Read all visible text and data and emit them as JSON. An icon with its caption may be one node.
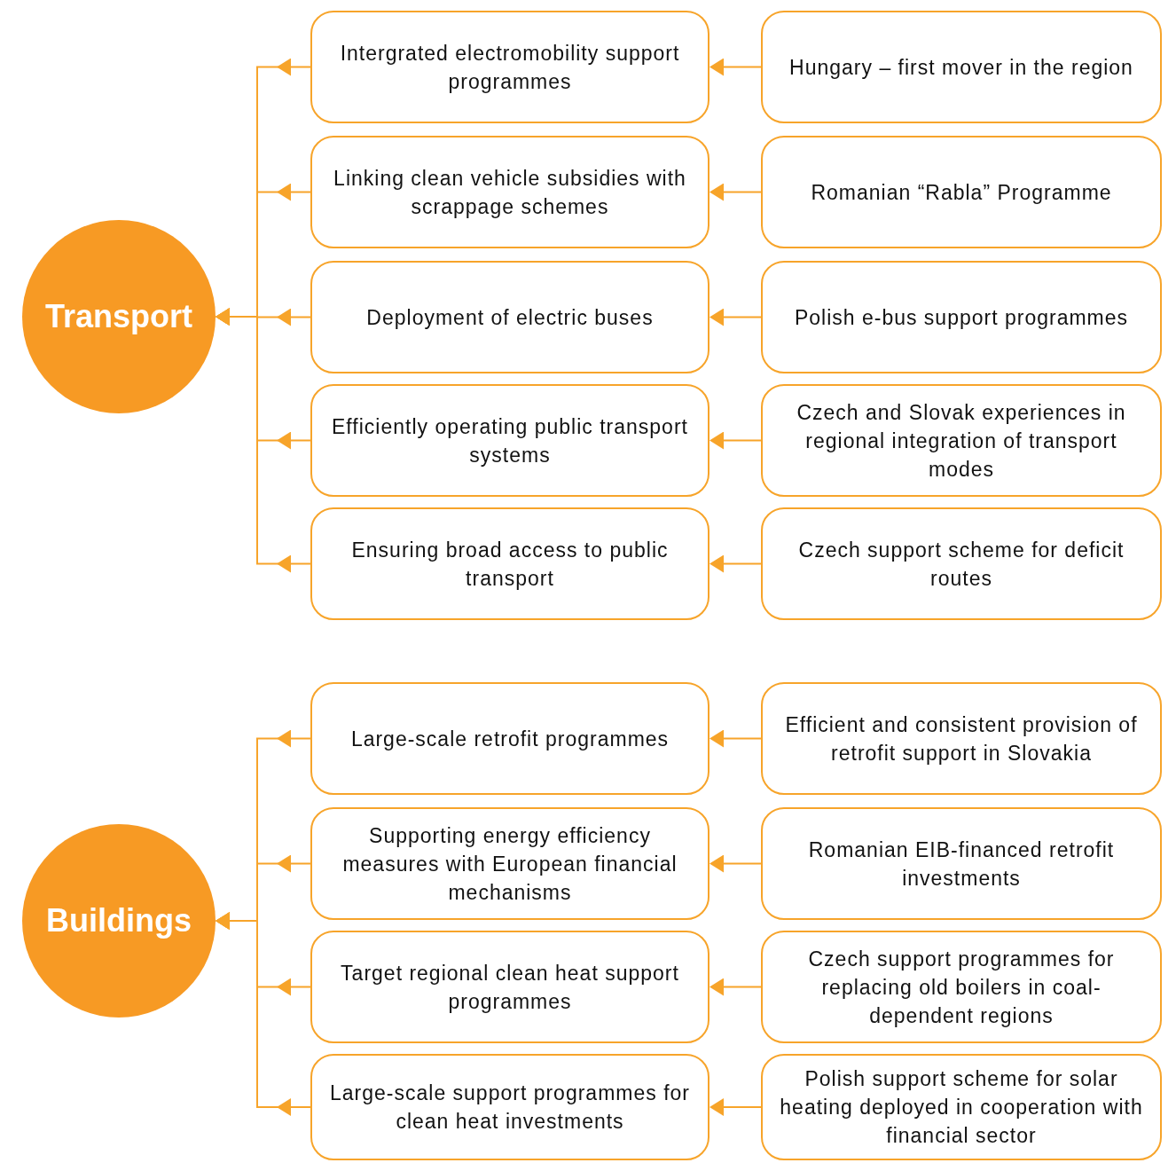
{
  "diagram": {
    "nodes": [
      {
        "text": [
          "Transport"
        ]
      },
      {
        "text": [
          "Intergrated electromobility support programmes"
        ]
      },
      {
        "text": [
          "Hungary – first mover in the region"
        ]
      },
      {
        "text": [
          "Linking clean vehicle subsidies with scrappage schemes"
        ]
      },
      {
        "text": [
          "Romanian “Rabla” Programme"
        ]
      },
      {
        "text": [
          "Deployment of electric buses"
        ]
      },
      {
        "text": [
          "Polish e-bus support programmes"
        ]
      },
      {
        "text": [
          "Efficiently operating public transport systems"
        ]
      },
      {
        "text": [
          "Czech and Slovak experiences in regional integration of transport modes"
        ]
      },
      {
        "text": [
          "Ensuring broad access to public transport"
        ]
      },
      {
        "text": [
          "Czech support scheme for deficit routes"
        ]
      },
      {
        "text": [
          "Buildings"
        ]
      },
      {
        "text": [
          "Large-scale retrofit programmes"
        ]
      },
      {
        "text": [
          "Efficient and consistent provision of retrofit support in Slovakia"
        ]
      },
      {
        "text": [
          "Supporting energy efficiency measures with European financial mechanisms"
        ]
      },
      {
        "text": [
          "Romanian EIB-financed retrofit investments"
        ]
      },
      {
        "text": [
          "Target regional clean heat support programmes"
        ]
      },
      {
        "text": [
          "Czech support programmes for replacing old boilers in coal-dependent regions"
        ]
      },
      {
        "text": [
          "Large-scale support programmes for clean heat investments"
        ]
      },
      {
        "text": [
          "Polish support scheme for solar heating deployed in cooperation with financial sector"
        ]
      }
    ],
    "edges": [
      {
        "from": 1,
        "to": 0,
        "arrow": "to"
      },
      {
        "from": 3,
        "to": 0,
        "arrow": "to"
      },
      {
        "from": 5,
        "to": 0,
        "arrow": "to"
      },
      {
        "from": 7,
        "to": 0,
        "arrow": "to"
      },
      {
        "from": 9,
        "to": 0,
        "arrow": "to"
      },
      {
        "from": 2,
        "to": 1,
        "arrow": "to"
      },
      {
        "from": 4,
        "to": 3,
        "arrow": "to"
      },
      {
        "from": 6,
        "to": 5,
        "arrow": "to"
      },
      {
        "from": 8,
        "to": 7,
        "arrow": "to"
      },
      {
        "from": 10,
        "to": 9,
        "arrow": "to"
      },
      {
        "from": 12,
        "to": 11,
        "arrow": "to"
      },
      {
        "from": 14,
        "to": 11,
        "arrow": "to"
      },
      {
        "from": 16,
        "to": 11,
        "arrow": "to"
      },
      {
        "from": 18,
        "to": 11,
        "arrow": "to"
      },
      {
        "from": 13,
        "to": 12,
        "arrow": "to"
      },
      {
        "from": 15,
        "to": 14,
        "arrow": "to"
      },
      {
        "from": 17,
        "to": 16,
        "arrow": "to"
      },
      {
        "from": 19,
        "to": 18,
        "arrow": "to"
      }
    ]
  }
}
